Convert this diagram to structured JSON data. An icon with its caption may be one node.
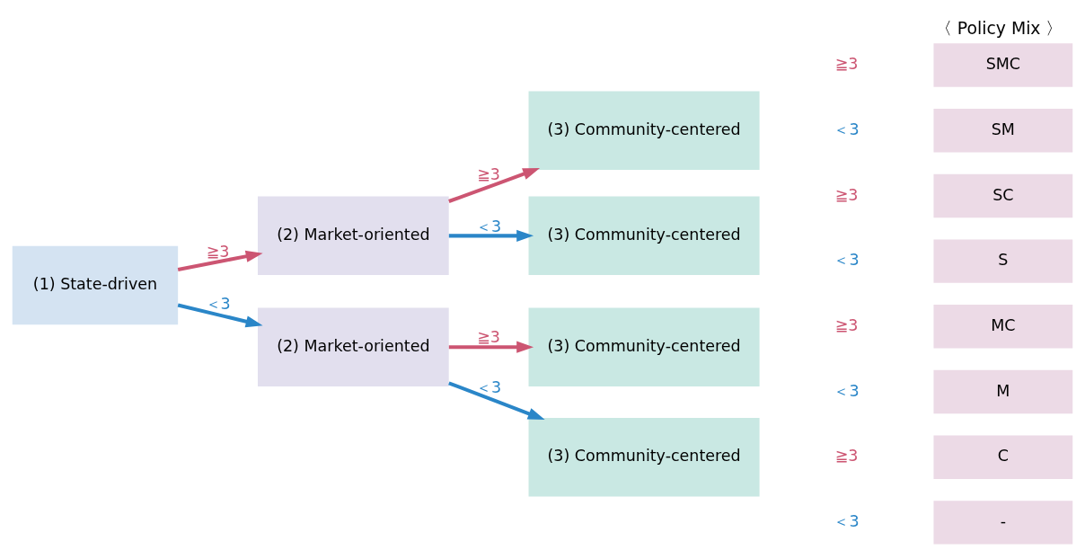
{
  "diagram": {
    "title": "〈 Policy Mix 〉",
    "nodes": [
      {
        "text": [
          "(1) State-driven"
        ]
      },
      {
        "text": [
          "(2) Market-oriented"
        ]
      },
      {
        "text": [
          "(2) Market-oriented"
        ]
      },
      {
        "text": [
          "(3) Community-centered"
        ]
      },
      {
        "text": [
          "(3) Community-centered"
        ]
      },
      {
        "text": [
          "(3) Community-centered"
        ]
      },
      {
        "text": [
          "(3) Community-centered"
        ]
      },
      {
        "text": [
          "SMC"
        ]
      },
      {
        "text": [
          "SM"
        ]
      },
      {
        "text": [
          "SC"
        ]
      },
      {
        "text": [
          "S"
        ]
      },
      {
        "text": [
          "MC"
        ]
      },
      {
        "text": [
          "M"
        ]
      },
      {
        "text": [
          "C"
        ]
      },
      {
        "text": [
          "-"
        ]
      }
    ],
    "edges": [
      {
        "from": 0,
        "to": 1,
        "arrow": "to",
        "label": "≧3",
        "color": "#cc5572"
      },
      {
        "from": 0,
        "to": 2,
        "arrow": "to",
        "label": "＜3",
        "color": "#2a86c8"
      },
      {
        "from": 1,
        "to": 3,
        "arrow": "to",
        "label": "≧3",
        "color": "#cc5572"
      },
      {
        "from": 1,
        "to": 4,
        "arrow": "to",
        "label": "＜3",
        "color": "#2a86c8"
      },
      {
        "from": 2,
        "to": 5,
        "arrow": "to",
        "label": "≧3",
        "color": "#cc5572"
      },
      {
        "from": 2,
        "to": 6,
        "arrow": "to",
        "label": "＜3",
        "color": "#2a86c8"
      }
    ],
    "labels": [
      "≧3",
      "＜3",
      "≧3",
      "＜3",
      "≧3",
      "＜3",
      "≧3",
      "＜3"
    ]
  }
}
